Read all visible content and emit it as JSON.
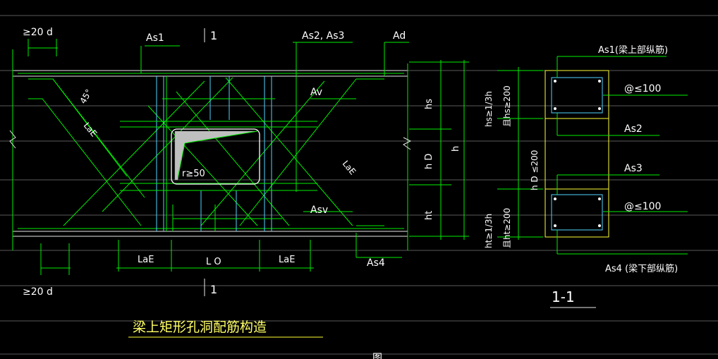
{
  "labels": {
    "min20d_top": "≥20 d",
    "min20d_bottom": "≥20 d",
    "as1": "As1",
    "as2_as3": "As2, As3",
    "ad": "Ad",
    "av": "Av",
    "asv": "Asv",
    "as4": "As4",
    "angle": "45°",
    "lae_left": "LaE",
    "lae_right": "LaE",
    "radius": "r≥50",
    "hs": "hs",
    "hD": "h D",
    "h": "h",
    "ht": "ht",
    "dim_lae_left": "LaE",
    "dim_lo": "L O",
    "dim_lae_right": "LaE",
    "section_mark_top": "1",
    "section_mark_bottom": "1",
    "hs_rule": "hs≥1/3h",
    "hs_rule2": "且hs≥200",
    "hd_rule": "h D ≤200",
    "ht_rule": "ht≥1/3h",
    "ht_rule2": "且ht≥200"
  },
  "section": {
    "as1_label": "As1(梁上部纵筋)",
    "spacing_top": "@≤100",
    "as2": "As2",
    "as3": "As3",
    "spacing_bottom": "@≤100",
    "as4_label": "As4 (梁下部纵筋)",
    "title": "1-1"
  },
  "drawing_title": "梁上矩形孔洞配筋构造",
  "footer_partial": "图"
}
